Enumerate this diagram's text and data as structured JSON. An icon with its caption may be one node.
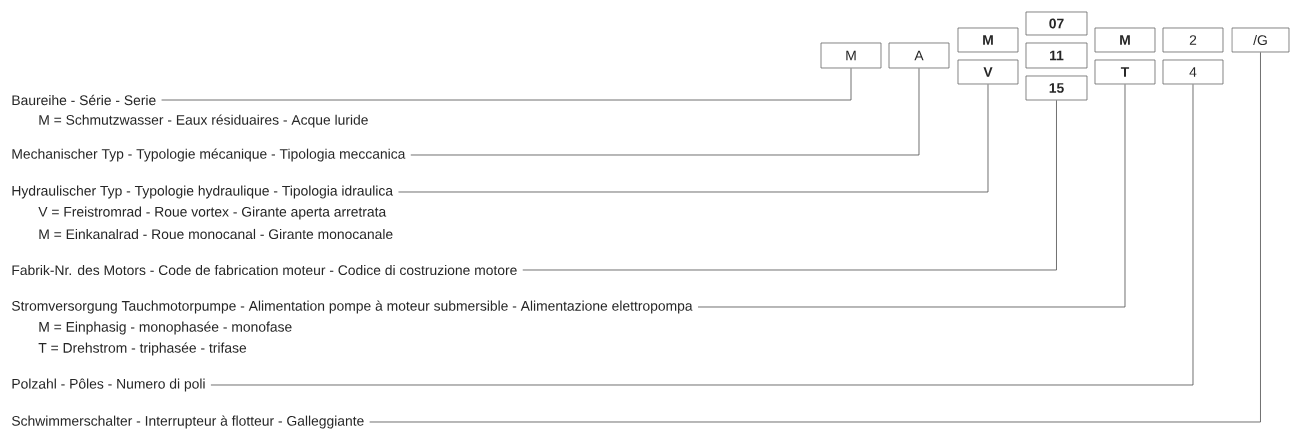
{
  "diagram": {
    "nodes": [
      {
        "text": [
          "M"
        ]
      },
      {
        "text": [
          "A"
        ]
      },
      {
        "text": [
          "M"
        ]
      },
      {
        "text": [
          "V"
        ]
      },
      {
        "text": [
          "07"
        ]
      },
      {
        "text": [
          "11"
        ]
      },
      {
        "text": [
          "15"
        ]
      },
      {
        "text": [
          "M"
        ]
      },
      {
        "text": [
          "T"
        ]
      },
      {
        "text": [
          "2"
        ]
      },
      {
        "text": [
          "4"
        ]
      },
      {
        "text": [
          "/G"
        ]
      },
      {
        "text": [
          "Baureihe - Série - Serie"
        ]
      },
      {
        "text": [
          "Mechanischer Typ - Typologie mécanique - Tipologia meccanica"
        ]
      },
      {
        "text": [
          "Hydraulischer Typ - Typologie hydraulique - Tipologia idraulica"
        ]
      },
      {
        "text": [
          "Fabrik-Nr. des Motors - Code de fabrication moteur - Codice di costruzione motore"
        ]
      },
      {
        "text": [
          "Stromversorgung Tauchmotorpumpe - Alimentation pompe à moteur submersible - Alimentazione elettropompa"
        ]
      },
      {
        "text": [
          "Polzahl - Pôles - Numero di poli"
        ]
      },
      {
        "text": [
          "Schwimmerschalter - Interrupteur à flotteur - Galleggiante"
        ]
      }
    ],
    "edges": [
      {
        "from": 12,
        "to": 0,
        "arrow": "none"
      },
      {
        "from": 13,
        "to": 1,
        "arrow": "none"
      },
      {
        "from": 14,
        "to": 3,
        "arrow": "none"
      },
      {
        "from": 15,
        "to": 6,
        "arrow": "none"
      },
      {
        "from": 16,
        "to": 8,
        "arrow": "none"
      },
      {
        "from": 17,
        "to": 10,
        "arrow": "none"
      },
      {
        "from": 18,
        "to": 11,
        "arrow": "none"
      }
    ],
    "labels": [
      "M = Schmutzwasser - Eaux résiduaires - Acque luride",
      "V = Freistromrad - Roue vortex - Girante aperta arretrata",
      "M = Einkanalrad - Roue monocanal - Girante monocanale",
      "M = Einphasig - monophasée - monofase",
      "T = Drehstrom - triphasée - trifase"
    ]
  }
}
